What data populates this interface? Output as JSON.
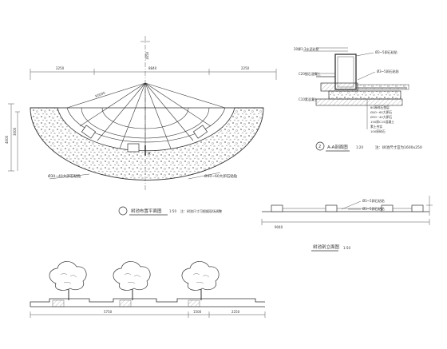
{
  "plan": {
    "dim_top_left": "2250",
    "dim_top_mid": "8840",
    "dim_top_right": "2250",
    "dim_vert_top": "1650",
    "dim_left_outer": "4000",
    "dim_left_inner": "3000",
    "radius_label": "R5000",
    "leader_left": "Ø30~40大卵石粘贴",
    "leader_right": "Ø40~60大卵石粘贴",
    "section_mark": "A",
    "title": "树池布置平面图",
    "scale": "1:50",
    "note": "注：树池尺寸可根据现场调整"
  },
  "section_detail": {
    "labels": [
      "20厚1:3水泥砂浆",
      "Ø3~5卵石粘贴",
      "C20细石混凝土",
      "Ø3~5卵石粘贴",
      "C10素混凝土",
      "80厚碎石垫层",
      "Ø40~60大卵石",
      "Ø30~40大卵石",
      "150厚C15混凝土",
      "素土夯实",
      "100厚碎石"
    ],
    "title_num": "2",
    "title": "A-A剖面图",
    "scale": "1:20",
    "note": "注：树池尺寸宜为1600x250"
  },
  "elevation_detail": {
    "labels": [
      "Ø3~5卵石粘贴",
      "Ø3~5卵石粘贴"
    ],
    "dim_bottom": "9040",
    "title": "树池剖立面图",
    "scale": "1:50"
  },
  "elevation": {
    "dims": [
      "5750",
      "1500",
      "2250"
    ]
  }
}
